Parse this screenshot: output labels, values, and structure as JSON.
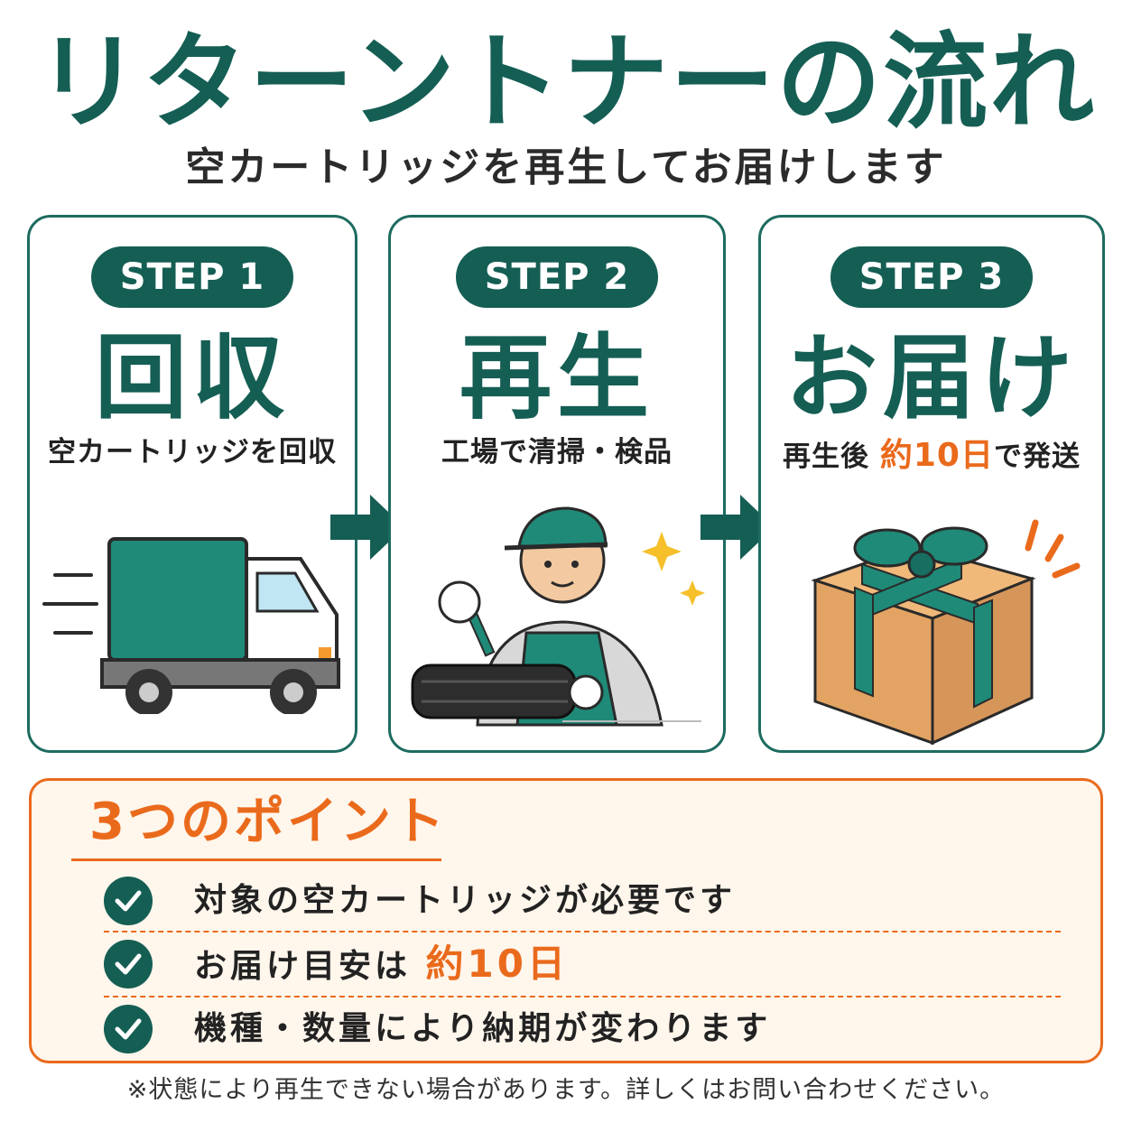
{
  "title": "リターントナーの流れ",
  "subtitle": "空カートリッジを再生してお届けします",
  "steps": [
    {
      "badge": "STEP 1",
      "heading": "回収",
      "description": "空カートリッジを回収",
      "illustration": "delivery-truck"
    },
    {
      "badge": "STEP 2",
      "heading": "再生",
      "description": "工場で清掃・検品",
      "illustration": "worker-repairing-cartridge"
    },
    {
      "badge": "STEP 3",
      "heading": "お届け",
      "description_prefix": "再生後 ",
      "description_highlight": "約10日",
      "description_suffix": "で発送",
      "illustration": "gift-box"
    }
  ],
  "points": {
    "title": "3つのポイント",
    "items": [
      {
        "text": "対象の空カートリッジが必要です"
      },
      {
        "prefix": "お届け目安は ",
        "highlight": "約10日"
      },
      {
        "text": "機種・数量により納期が変わります"
      }
    ]
  },
  "footnote": "※状態により再生できない場合があります。詳しくはお問い合わせください。",
  "colors": {
    "primary_green": "#155e54",
    "accent_orange": "#ea6a1c",
    "points_background": "#fff6ec"
  }
}
